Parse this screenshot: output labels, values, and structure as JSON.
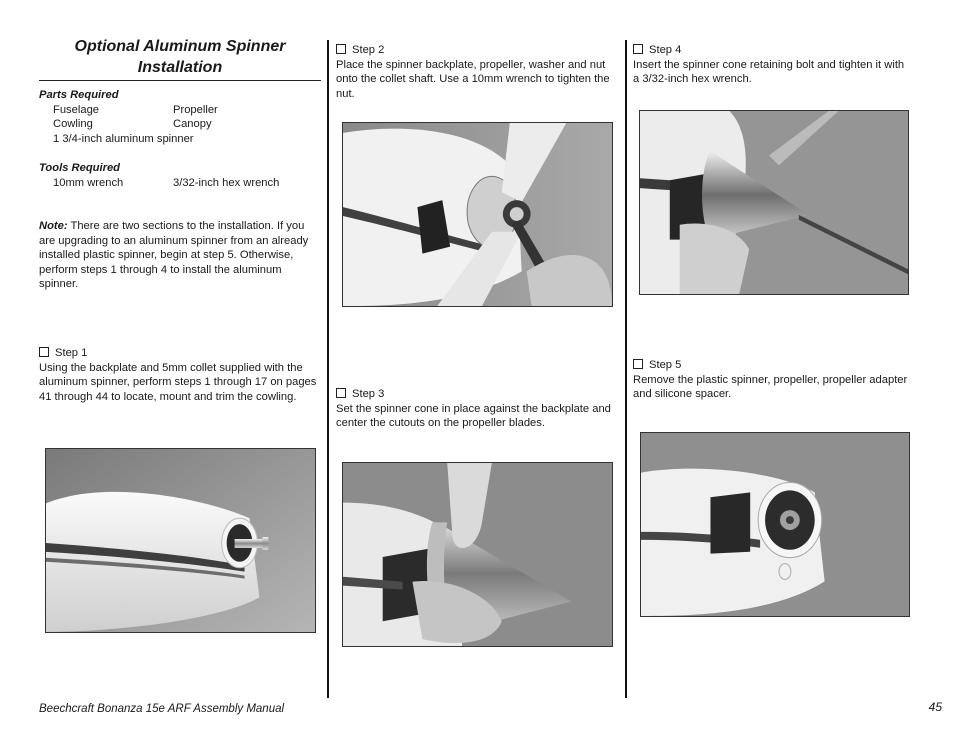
{
  "title": "Optional Aluminum Spinner Installation",
  "parts": {
    "heading": "Parts Required",
    "rows": [
      [
        "Fuselage",
        "Propeller"
      ],
      [
        "Cowling",
        "Canopy"
      ]
    ],
    "extra": "1 3/4-inch aluminum spinner"
  },
  "tools": {
    "heading": "Tools Required",
    "rows": [
      [
        "10mm wrench",
        "3/32-inch hex wrench"
      ]
    ]
  },
  "note": {
    "label": "Note:",
    "text": " There are two sections to the installation. If you are upgrading to an aluminum spinner from an already installed plastic spinner, begin at step 5. Otherwise, perform steps 1 through 4 to install the aluminum spinner."
  },
  "steps": {
    "s1": {
      "label": "Step 1",
      "text": "Using the backplate and 5mm collet supplied with the aluminum spinner, perform steps 1 through 17 on pages 41 through 44 to locate, mount and trim the cowling."
    },
    "s2": {
      "label": "Step 2",
      "text": "Place the spinner backplate, propeller, washer and nut onto the collet shaft. Use a 10mm wrench to tighten the nut."
    },
    "s3": {
      "label": "Step 3",
      "text": "Set the spinner cone in place against the backplate and center the cutouts on the propeller blades."
    },
    "s4": {
      "label": "Step 4",
      "text": "Insert the spinner cone retaining bolt and tighten it with a 3/32-inch hex wrench."
    },
    "s5": {
      "label": "Step 5",
      "text": "Remove the plastic spinner, propeller, propeller adapter and silicone spacer."
    }
  },
  "footer": {
    "manual_title": "Beechcraft Bonanza 15e ARF Assembly Manual",
    "page_number": "45"
  }
}
